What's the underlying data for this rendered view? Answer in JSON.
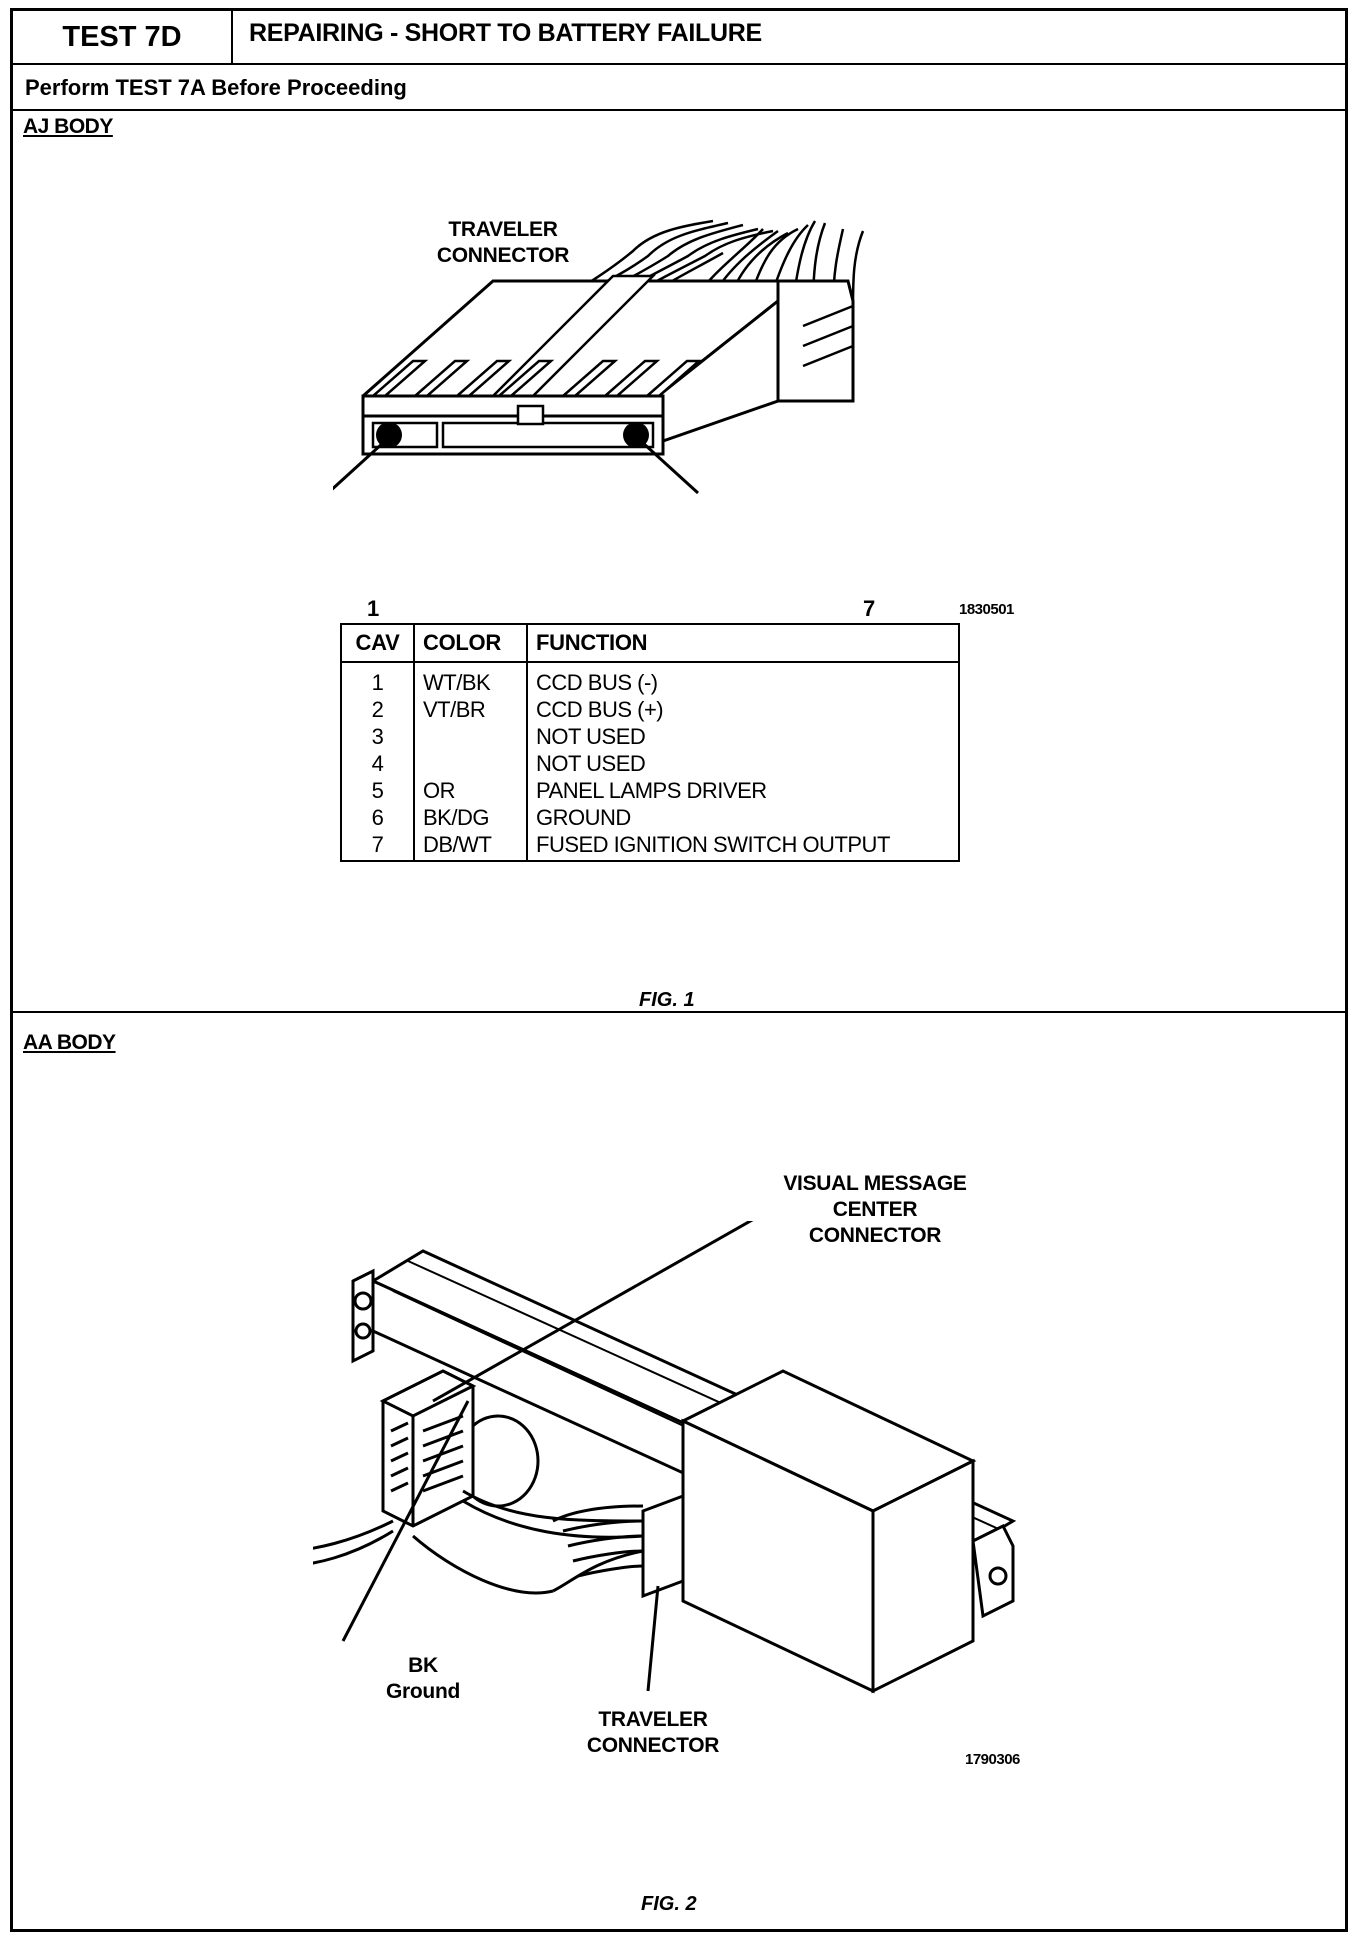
{
  "header": {
    "test_id": "TEST 7D",
    "title": "REPAIRING - SHORT TO BATTERY FAILURE",
    "prerequisite": "Perform TEST 7A Before Proceeding"
  },
  "section1": {
    "label": "AJ BODY",
    "connector_label_line1": "TRAVELER",
    "connector_label_line2": "CONNECTOR",
    "pin_left": "1",
    "pin_right": "7",
    "drawing_id": "1830501",
    "figure_caption": "FIG. 1",
    "table": {
      "headers": [
        "CAV",
        "COLOR",
        "FUNCTION"
      ],
      "rows": [
        {
          "cav": "1",
          "color": "WT/BK",
          "function": "CCD BUS (-)"
        },
        {
          "cav": "2",
          "color": "VT/BR",
          "function": "CCD BUS (+)"
        },
        {
          "cav": "3",
          "color": "",
          "function": "NOT USED"
        },
        {
          "cav": "4",
          "color": "",
          "function": "NOT USED"
        },
        {
          "cav": "5",
          "color": "OR",
          "function": "PANEL LAMPS DRIVER"
        },
        {
          "cav": "6",
          "color": "BK/DG",
          "function": "GROUND"
        },
        {
          "cav": "7",
          "color": "DB/WT",
          "function": "FUSED IGNITION SWITCH OUTPUT"
        }
      ]
    }
  },
  "section2": {
    "label": "AA BODY",
    "vmc_line1": "VISUAL MESSAGE",
    "vmc_line2": "CENTER",
    "vmc_line3": "CONNECTOR",
    "bk_line1": "BK",
    "bk_line2": "Ground",
    "traveler_line1": "TRAVELER",
    "traveler_line2": "CONNECTOR",
    "drawing_id": "1790306",
    "figure_caption": "FIG. 2"
  }
}
